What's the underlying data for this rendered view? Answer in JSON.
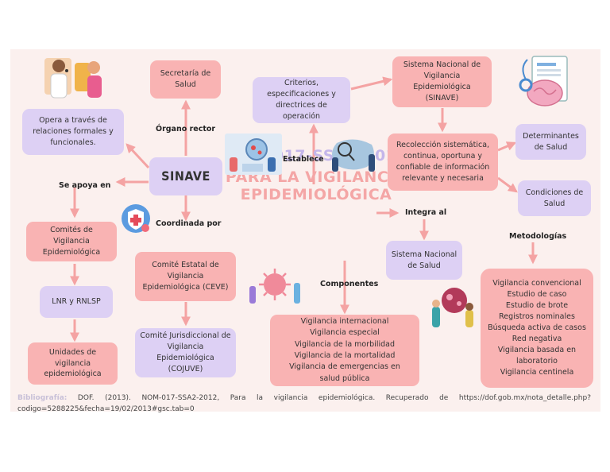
{
  "title": {
    "line1": "NOM-017-SSA2-2012",
    "line2": "PARA LA VIGILANCIA",
    "line3": "EPIDEMIOLÓGICA"
  },
  "nodes": {
    "sinave": "SINAVE",
    "secretaria": "Secretaría de Salud",
    "opera": "Opera a través de relaciones formales y funcionales.",
    "comites_vig": "Comités de Vigilancia Epidemiológica",
    "lnr": "LNR y RNLSP",
    "unidades": "Unidades de vigilancia epidemiológica",
    "ceve": "Comité Estatal de Vigilancia Epidemiológica (CEVE)",
    "cojuve": "Comité Jurisdiccional de Vigilancia Epidemiológica (COJUVE)",
    "criterios": "Criterios, especificaciones y directrices de operación",
    "sistema_nacional_vig": "Sistema Nacional de Vigilancia Epidemiológica (SINAVE)",
    "recoleccion": "Recolección sistemática, continua, oportuna y confiable de información relevante y necesaria",
    "determinantes": "Determinantes de Salud",
    "condiciones": "Condiciones de Salud",
    "sistema_nacional_salud": "Sistema Nacional de Salud",
    "componentes_list": [
      "Vigilancia internacional",
      "Vigilancia especial",
      "Vigilancia de la morbilidad",
      "Vigilancia de la mortalidad",
      "Vigilancia de emergencias en salud pública"
    ],
    "metodologias_list": [
      "Vigilancia convencional",
      "Estudio de caso",
      "Estudio de brote",
      "Registros nominales",
      "Búsqueda activa de casos",
      "Red negativa",
      "Vigilancia basada en laboratorio",
      "Vigilancia centinela"
    ]
  },
  "labels": {
    "organo_rector": "Órgano rector",
    "se_apoya": "Se apoya en",
    "coordinada": "Coordinada por",
    "establece": "Establece",
    "integra": "Integra al",
    "componentes": "Componentes",
    "metodologias": "Metodologías"
  },
  "bibliography": {
    "label": "Bibliografía:",
    "text": " DOF. (2013). NOM-017-SSA2-2012, Para la vigilancia epidemiológica. Recuperado de https://dof.gob.mx/nota_detalle.php?codigo=5288225&fecha=19/02/2013#gsc.tab=0"
  },
  "colors": {
    "pink_box": "#f9b3b3",
    "lavender_box": "#ddd0f4",
    "background": "#fbf0ee",
    "arrow": "#f4a3a3"
  },
  "icons": [
    "doctors-illustration",
    "virus-scientists-illustration",
    "map-analysis-illustration",
    "health-shield-icon",
    "medical-chart-illustration",
    "virus-lab-illustration",
    "microscope-researchers-illustration"
  ]
}
